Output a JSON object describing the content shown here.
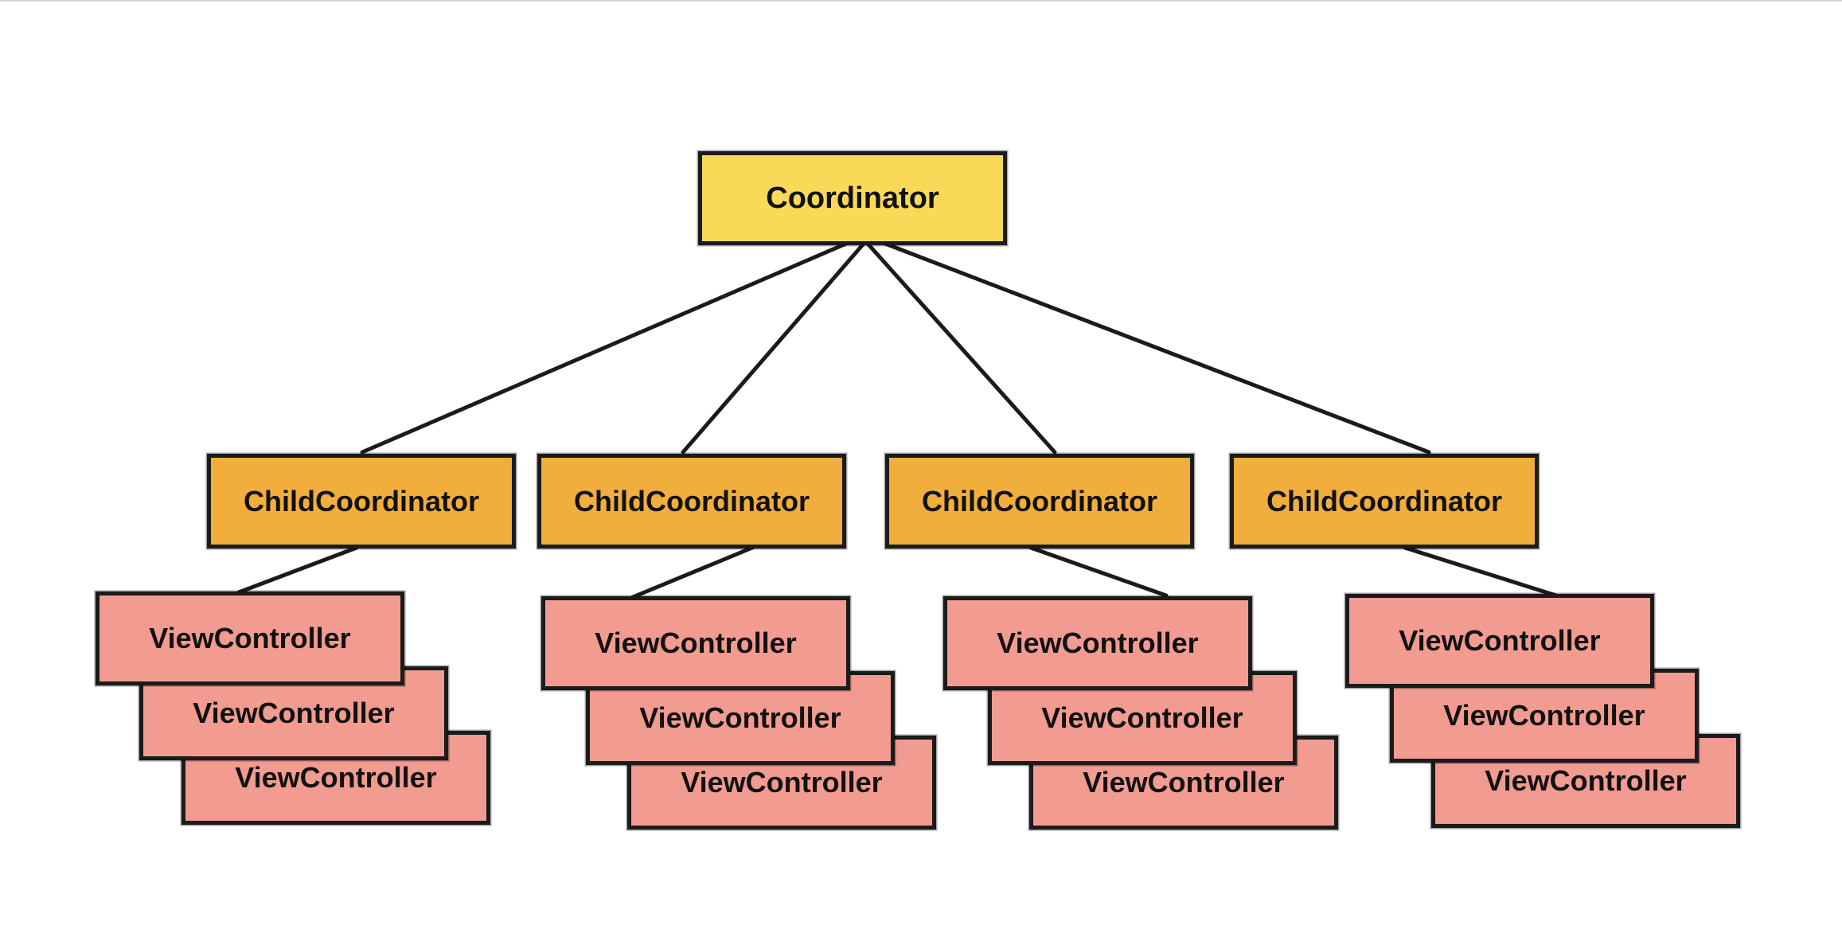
{
  "colors": {
    "coordinator": "#f9d957",
    "child": "#f1ae3c",
    "view_controller": "#f29b90",
    "outline": "#1b1b1b"
  },
  "diagram": {
    "root": {
      "label": "Coordinator"
    },
    "children": [
      {
        "label": "ChildCoordinator",
        "view_controllers": [
          "ViewController",
          "ViewController",
          "ViewController"
        ]
      },
      {
        "label": "ChildCoordinator",
        "view_controllers": [
          "ViewController",
          "ViewController",
          "ViewController"
        ]
      },
      {
        "label": "ChildCoordinator",
        "view_controllers": [
          "ViewController",
          "ViewController",
          "ViewController"
        ]
      },
      {
        "label": "ChildCoordinator",
        "view_controllers": [
          "ViewController",
          "ViewController",
          "ViewController"
        ]
      }
    ]
  }
}
